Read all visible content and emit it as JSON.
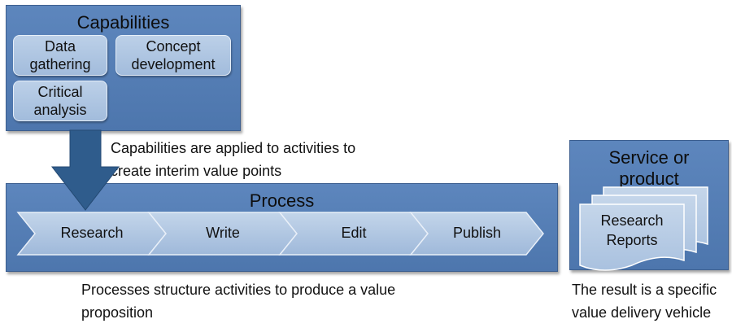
{
  "capabilities": {
    "title": "Capabilities",
    "items": [
      {
        "line1": "Data",
        "line2": "gathering"
      },
      {
        "line1": "Concept",
        "line2": "development"
      },
      {
        "line1": "Critical",
        "line2": "analysis"
      }
    ]
  },
  "capabilities_caption": {
    "line1": "Capabilities are applied to activities to",
    "line2": "create interim value points"
  },
  "process": {
    "title": "Process",
    "steps": [
      "Research",
      "Write",
      "Edit",
      "Publish"
    ]
  },
  "process_caption": {
    "line1": "Processes structure activities to produce a value",
    "line2": "proposition"
  },
  "service": {
    "title_line1": "Service or",
    "title_line2": "product",
    "doc_line1": "Research",
    "doc_line2": "Reports"
  },
  "service_caption": {
    "line1": "The result is a specific",
    "line2": "value delivery vehicle"
  },
  "colors": {
    "box_fill": "#5a83ba",
    "pill_fill": "#b3c8e3",
    "arrow_fill": "#2f5c8c"
  }
}
